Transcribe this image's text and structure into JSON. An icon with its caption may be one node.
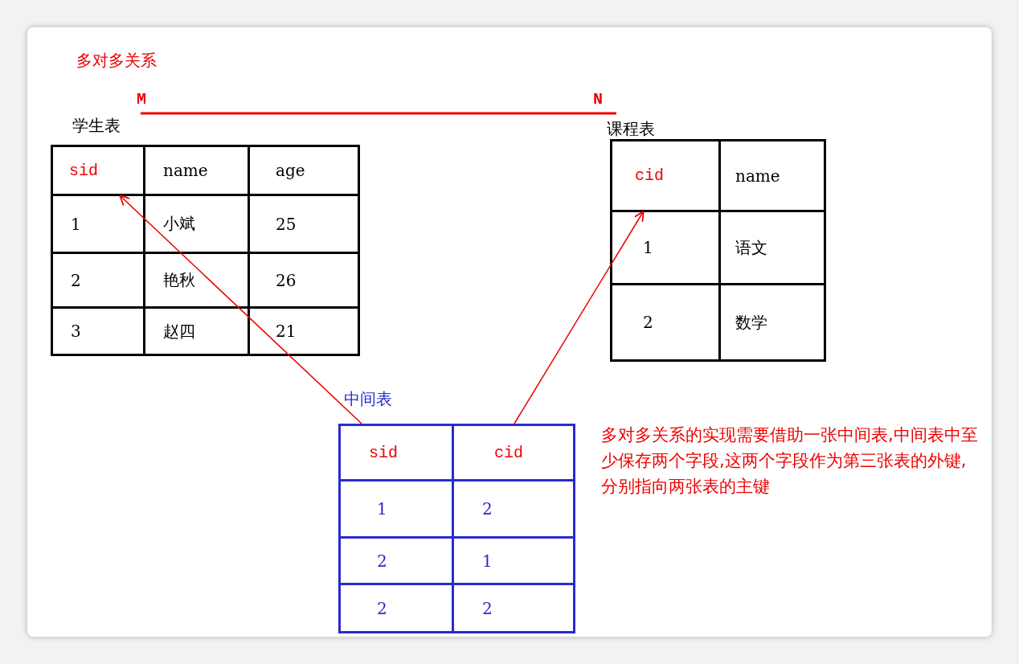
{
  "diagram": {
    "title": "多对多关系",
    "nodes": [
      {
        "text": [
          "学生表"
        ]
      },
      {
        "text": [
          "sid"
        ],
        "in": 0
      },
      {
        "text": [
          "课程表"
        ]
      },
      {
        "text": [
          "cid"
        ],
        "in": 2
      },
      {
        "text": [
          "中间表"
        ]
      },
      {
        "text": [
          "sid"
        ],
        "in": 4
      },
      {
        "text": [
          "cid"
        ],
        "in": 4
      }
    ],
    "edges": [
      {
        "from": 5,
        "to": 1,
        "arrow": "to"
      },
      {
        "from": 6,
        "to": 3,
        "arrow": "to"
      }
    ],
    "labels": [
      "M",
      "N",
      "name",
      "age",
      "1",
      "小斌",
      "25",
      "2",
      "艳秋",
      "26",
      "3",
      "赵四",
      "21",
      "name",
      "1",
      "语文",
      "2",
      "数学",
      "多对多关系的实现需要借助一张中间表,中间表中至少保存两个字段,这两个字段作为第三张表的外键,分别指向两张表的主键",
      "1",
      "2",
      "2",
      "1",
      "2",
      "2"
    ]
  }
}
